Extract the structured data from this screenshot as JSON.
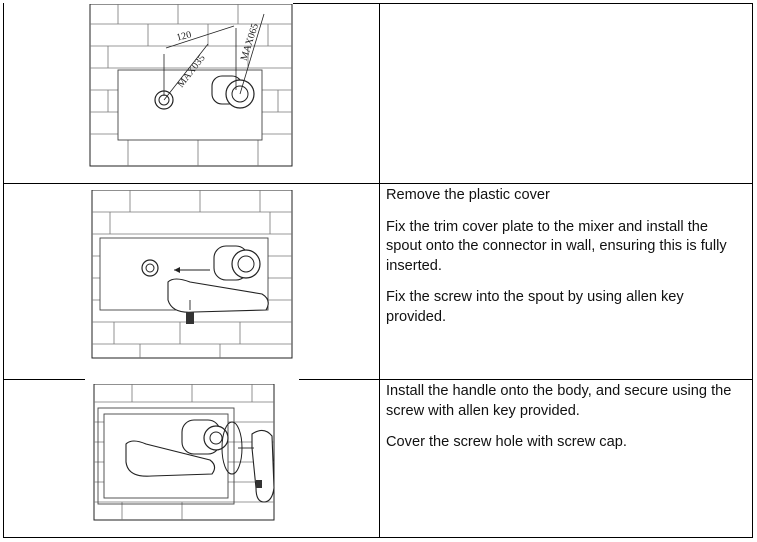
{
  "steps": [
    {
      "figure": {
        "dimensions": [
          "120",
          "MAX035",
          "MAX065"
        ]
      },
      "paragraphs": []
    },
    {
      "paragraphs": [
        "Remove the plastic cover",
        "Fix the trim cover plate to the mixer and install the spout onto the connector in wall, ensuring this is fully inserted.",
        "Fix the screw into the spout by using allen key provided."
      ]
    },
    {
      "paragraphs": [
        "Install the handle onto the body, and secure using the screw with allen key provided.",
        "Cover the screw hole with screw cap."
      ]
    }
  ]
}
